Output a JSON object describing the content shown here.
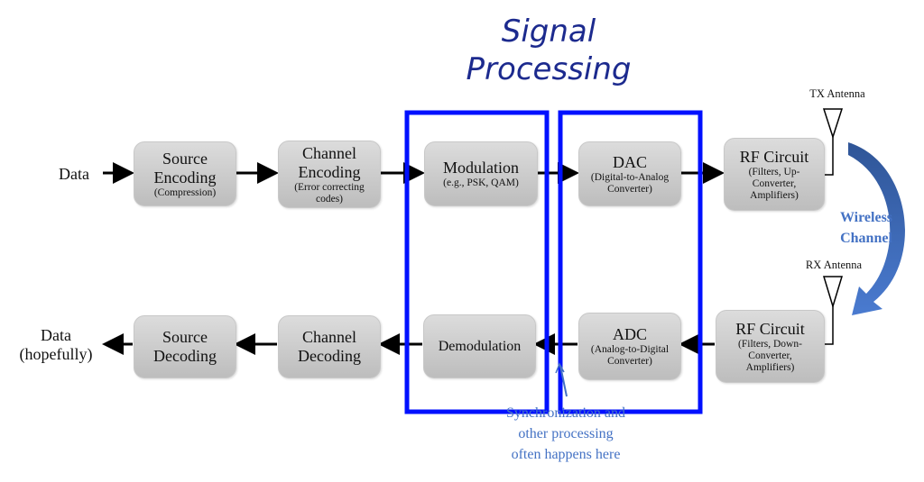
{
  "title": [
    "Signal",
    "Processing"
  ],
  "tx": {
    "input": "Data",
    "blocks": [
      {
        "main": "Source Encoding",
        "sub": "(Compression)"
      },
      {
        "main": "Channel Encoding",
        "sub": "(Error correcting codes)"
      },
      {
        "main": "Modulation",
        "sub": "(e.g., PSK, QAM)"
      },
      {
        "main": "DAC",
        "sub": "(Digital-to-Analog Converter)"
      },
      {
        "main": "RF Circuit",
        "sub": "(Filters, Up-Converter, Amplifiers)"
      }
    ]
  },
  "rx": {
    "output": [
      "Data",
      "(hopefully)"
    ],
    "blocks": [
      {
        "main": "Source Decoding"
      },
      {
        "main": "Channel Decoding"
      },
      {
        "main": "Demodulation"
      },
      {
        "main": "ADC",
        "sub": "(Analog-to-Digital Converter)"
      },
      {
        "main": "RF Circuit",
        "sub": "(Filters, Down-Converter, Amplifiers)"
      }
    ]
  },
  "antennas": {
    "tx": "TX Antenna",
    "rx": "RX Antenna"
  },
  "channel": [
    "Wireless",
    "Channel"
  ],
  "note": [
    "Synchronization and",
    "other processing",
    "often happens here"
  ],
  "colors": {
    "highlight": "#0010ff",
    "annotation": "#4472c4",
    "title": "#1c2a8e",
    "channel_arrow": "#3d67b5"
  }
}
